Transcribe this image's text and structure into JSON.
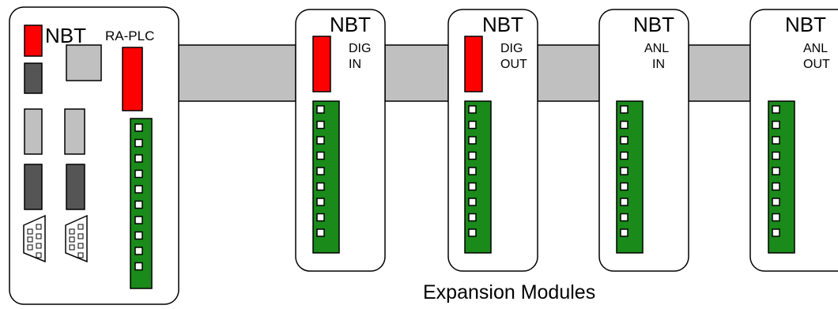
{
  "plc": {
    "brand": "NBT",
    "model": "RA-PLC"
  },
  "modules": [
    {
      "brand": "NBT",
      "type_line1": "DIG",
      "type_line2": "IN"
    },
    {
      "brand": "NBT",
      "type_line1": "DIG",
      "type_line2": "OUT"
    },
    {
      "brand": "NBT",
      "type_line1": "ANL",
      "type_line2": "IN"
    },
    {
      "brand": "NBT",
      "type_line1": "ANL",
      "type_line2": "OUT"
    }
  ],
  "caption": "Expansion Modules",
  "colors": {
    "led_red": "#ff0000",
    "terminal_green": "#1a8a1a",
    "bus_gray": "#c0c0c0",
    "port_dark": "#555555",
    "port_light": "#c0c0c0"
  }
}
